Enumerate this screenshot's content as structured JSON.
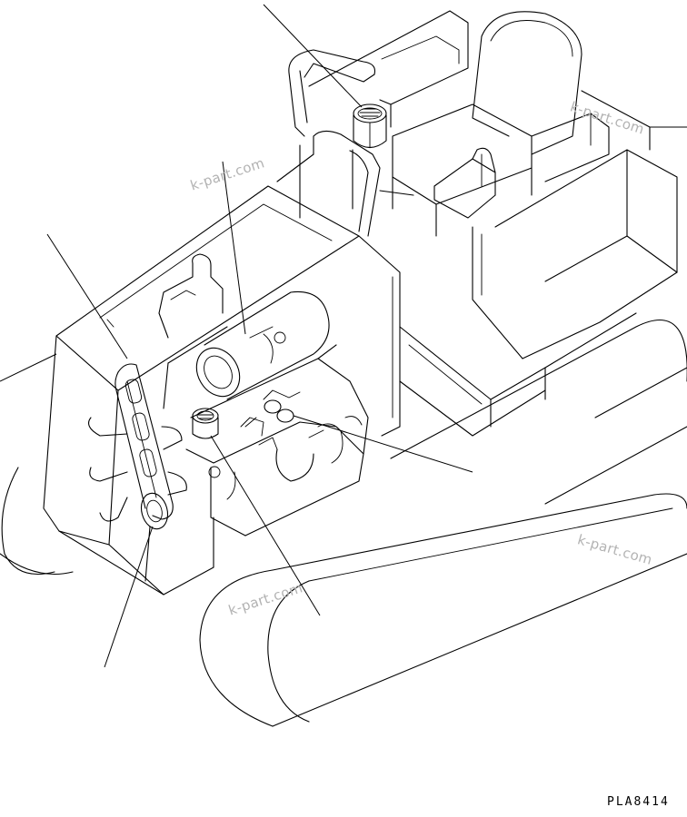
{
  "diagram": {
    "figure_code": "PLA8414",
    "watermarks": [
      "k-part.com",
      "k-part.com",
      "k-part.com",
      "k-part.com"
    ]
  }
}
